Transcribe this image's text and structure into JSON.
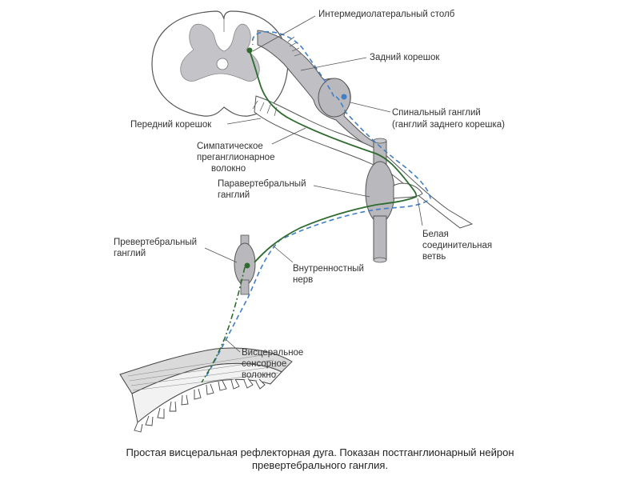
{
  "labels": {
    "intermediolateral": "Интермедиолатеральный столб",
    "dorsal_root": "Задний корешок",
    "spinal_ganglion_1": "Спинальный ганглий",
    "spinal_ganglion_2": "(ганглий заднего корешка)",
    "ventral_root": "Передний корешок",
    "sympathetic_1": "Симпатическое",
    "sympathetic_2": "преганглионарное",
    "sympathetic_3": "волокно",
    "paravertebral_1": "Паравертебральный",
    "paravertebral_2": "ганглий",
    "prevertebral_1": "Превертебральный",
    "prevertebral_2": "ганглий",
    "white_ramus_1": "Белая",
    "white_ramus_2": "соединительная",
    "white_ramus_3": "ветвь",
    "splanchnic_1": "Внутренностный",
    "splanchnic_2": "нерв",
    "visceral_1": "Висцеральное",
    "visceral_2": "сенсорное",
    "visceral_3": "волокно"
  },
  "caption": {
    "line1": "Простая висцеральная рефлекторная дуга. Показан постганглионарный нейрон",
    "line2": "превертебрального ганглия."
  },
  "colors": {
    "gray_matter": "#c4c4c8",
    "ganglion": "#b9b9bd",
    "motor_fiber": "#2e6b2e",
    "sensory_fiber": "#3f7fc7",
    "outline": "#555555"
  }
}
